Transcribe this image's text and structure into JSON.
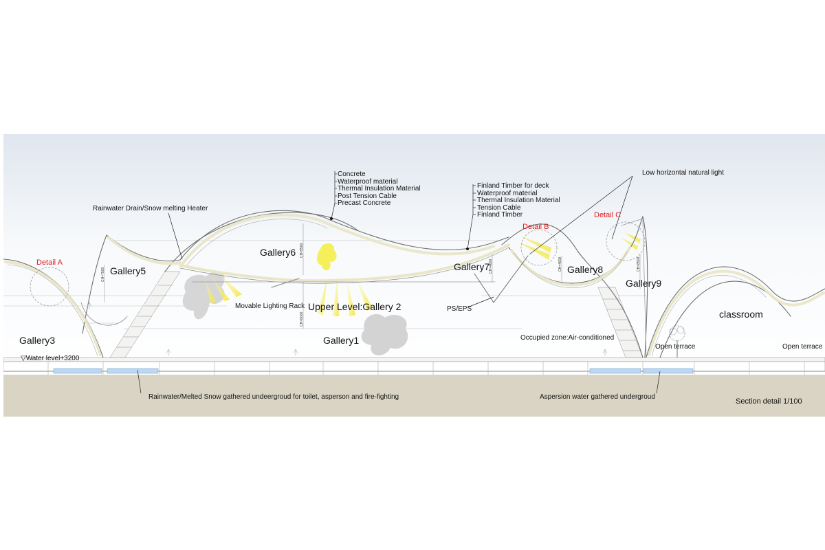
{
  "section_title": "Section detail 1/100",
  "galleries": {
    "gallery3": "Gallery3",
    "gallery5": "Gallery5",
    "gallery6": "Gallery6",
    "gallery7": "Gallery7",
    "gallery8": "Gallery8",
    "gallery9": "Gallery9",
    "upper_level": "Upper Level:Gallery 2",
    "gallery1": "Gallery1",
    "classroom": "classroom"
  },
  "details": {
    "a": "Detail A",
    "b": "Detail B",
    "c": "Detail C"
  },
  "annotations": {
    "rainwater_drain": "Rainwater Drain/Snow melting Heater",
    "movable_lighting": "Movable Lighting Rack",
    "ps_eps": "PS/EPS",
    "occupied_zone": "Occupied zone:Air-conditioned",
    "open_terrace_1": "Open terrace",
    "open_terrace_2": "Open terrace",
    "water_level": "▽Water level+3200",
    "low_light": "Low horizontal natural light",
    "rainwater_gathered": "Rainwater/Melted Snow gathered undeergroud for toilet, asperson and fire-fighting",
    "aspersion_gathered": "Aspersion water gathered undergroud"
  },
  "roof_layers": [
    "Concrete",
    "Waterproof material",
    "Thermal Insulation Material",
    "Post Tension Cable",
    "Precast Concrete"
  ],
  "deck_layers": [
    "Finland Timber for deck",
    "Waterproof material",
    "Thermal Insulation Material",
    "Tension Cable",
    "Finland Timber"
  ],
  "ceiling_heights": {
    "g5": "CH=7500",
    "g6": "CH=5500",
    "g2": "CH=8000",
    "g7": "CH=4600",
    "g8": "CH=4600",
    "g9": "CH=8500"
  },
  "colors": {
    "sky_top": "#dfe6ee",
    "ground": "#d9d4c3",
    "annotation_red": "#e01b1b",
    "water": "#bcd7ef",
    "light": "#f5ee4a",
    "shell": "#e9e6c8"
  }
}
